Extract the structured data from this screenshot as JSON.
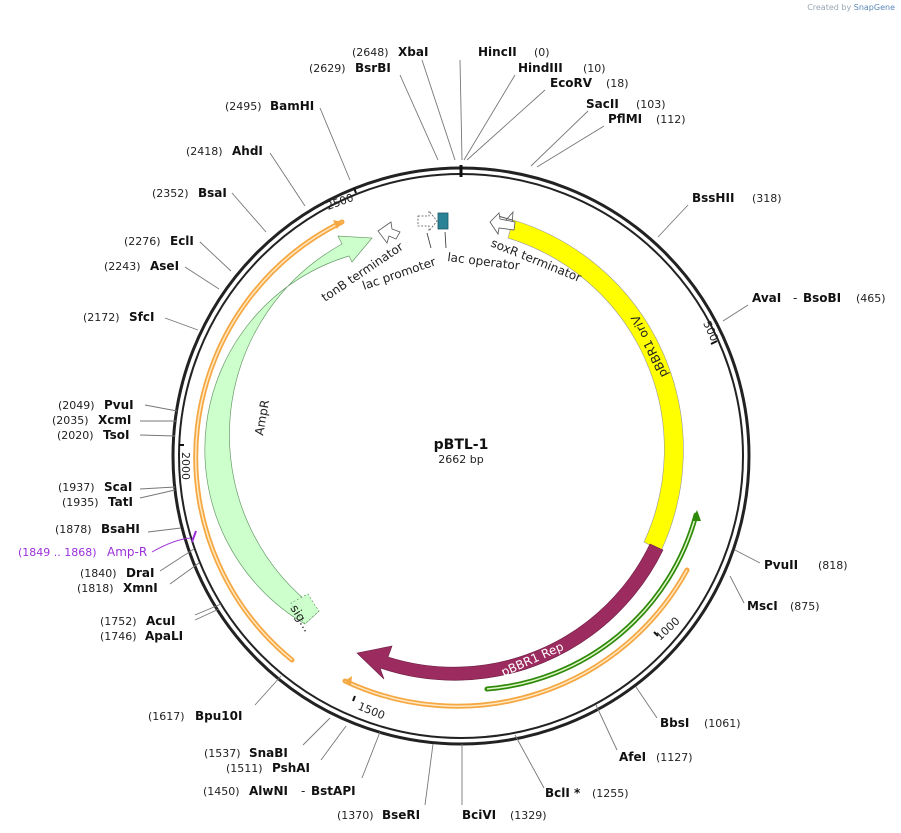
{
  "watermark": {
    "prefix": "Created by",
    "brand": "SnapGene"
  },
  "plasmid": {
    "name": "pBTL-1",
    "length_label": "2662 bp",
    "length": 2662
  },
  "ticks": [
    {
      "label": "500",
      "pos": 500
    },
    {
      "label": "1000",
      "pos": 1000
    },
    {
      "label": "1500",
      "pos": 1500
    },
    {
      "label": "2000",
      "pos": 2000
    },
    {
      "label": "2500",
      "pos": 2500
    }
  ],
  "sites": [
    {
      "name": "HincII",
      "position": "(0)",
      "pos": 0
    },
    {
      "name": "HindIII",
      "position": "(10)",
      "pos": 10
    },
    {
      "name": "EcoRV",
      "position": "(18)",
      "pos": 18
    },
    {
      "name": "SacII",
      "position": "(103)",
      "pos": 103
    },
    {
      "name": "PflMI",
      "position": "(112)",
      "pos": 112
    },
    {
      "name": "BssHII",
      "position": "(318)",
      "pos": 318
    },
    {
      "name": "AvaI",
      "name2": "BsoBI",
      "position": "(465)",
      "pos": 465
    },
    {
      "name": "PvuII",
      "position": "(818)",
      "pos": 818
    },
    {
      "name": "MscI",
      "position": "(875)",
      "pos": 875
    },
    {
      "name": "BbsI",
      "position": "(1061)",
      "pos": 1061
    },
    {
      "name": "AfeI",
      "position": "(1127)",
      "pos": 1127
    },
    {
      "name": "BclI *",
      "position": "(1255)",
      "pos": 1255
    },
    {
      "name": "BciVI",
      "position": "(1329)",
      "pos": 1329
    },
    {
      "name": "BseRI",
      "position": "(1370)",
      "pos": 1370
    },
    {
      "name": "AlwNI",
      "name2": "BstAPI",
      "position": "(1450)",
      "pos": 1450
    },
    {
      "name": "PshAI",
      "position": "(1511)",
      "pos": 1511
    },
    {
      "name": "SnaBI",
      "position": "(1537)",
      "pos": 1537
    },
    {
      "name": "Bpu10I",
      "position": "(1617)",
      "pos": 1617
    },
    {
      "name": "ApaLI",
      "position": "(1746)",
      "pos": 1746
    },
    {
      "name": "AcuI",
      "position": "(1752)",
      "pos": 1752
    },
    {
      "name": "XmnI",
      "position": "(1818)",
      "pos": 1818
    },
    {
      "name": "DraI",
      "position": "(1840)",
      "pos": 1840
    },
    {
      "name": "BsaHI",
      "position": "(1878)",
      "pos": 1878
    },
    {
      "name": "TatI",
      "position": "(1935)",
      "pos": 1935
    },
    {
      "name": "ScaI",
      "position": "(1937)",
      "pos": 1937
    },
    {
      "name": "TsoI",
      "position": "(2020)",
      "pos": 2020
    },
    {
      "name": "XcmI",
      "position": "(2035)",
      "pos": 2035
    },
    {
      "name": "PvuI",
      "position": "(2049)",
      "pos": 2049
    },
    {
      "name": "SfcI",
      "position": "(2172)",
      "pos": 2172
    },
    {
      "name": "AseI",
      "position": "(2243)",
      "pos": 2243
    },
    {
      "name": "EclI",
      "position": "(2276)",
      "pos": 2276
    },
    {
      "name": "BsaI",
      "position": "(2352)",
      "pos": 2352
    },
    {
      "name": "AhdI",
      "position": "(2418)",
      "pos": 2418
    },
    {
      "name": "BamHI",
      "position": "(2495)",
      "pos": 2495
    },
    {
      "name": "BsrBI",
      "position": "(2629)",
      "pos": 2629
    },
    {
      "name": "XbaI",
      "position": "(2648)",
      "pos": 2648
    }
  ],
  "primer": {
    "name": "Amp-R",
    "position": "(1849 .. 1868)",
    "color": "#9b30d9"
  },
  "features": [
    {
      "name": "pBBR1 oriV",
      "color": "#ffff00",
      "type": "rep_origin"
    },
    {
      "name": "pBBR1 Rep",
      "color": "#9c2b5f",
      "type": "CDS"
    },
    {
      "name": "AmpR",
      "color": "#ccffcc",
      "type": "CDS"
    },
    {
      "name": "sig…",
      "color": "#ccffcc",
      "type": "signal"
    },
    {
      "name": "soxR terminator",
      "color": "#ffffff",
      "type": "terminator"
    },
    {
      "name": "lac operator",
      "color": "#2a8296",
      "type": "protein_bind"
    },
    {
      "name": "lac promoter",
      "color": "#ffffff",
      "type": "promoter"
    },
    {
      "name": "tonB terminator",
      "color": "#ffffff",
      "type": "terminator"
    }
  ],
  "colors": {
    "backbone": "#222222",
    "orf": "#f5a742",
    "orf_inner": "#ffe9c2",
    "frag_green": "#2f8a0a",
    "frag_green_inner": "#dff5c8"
  }
}
